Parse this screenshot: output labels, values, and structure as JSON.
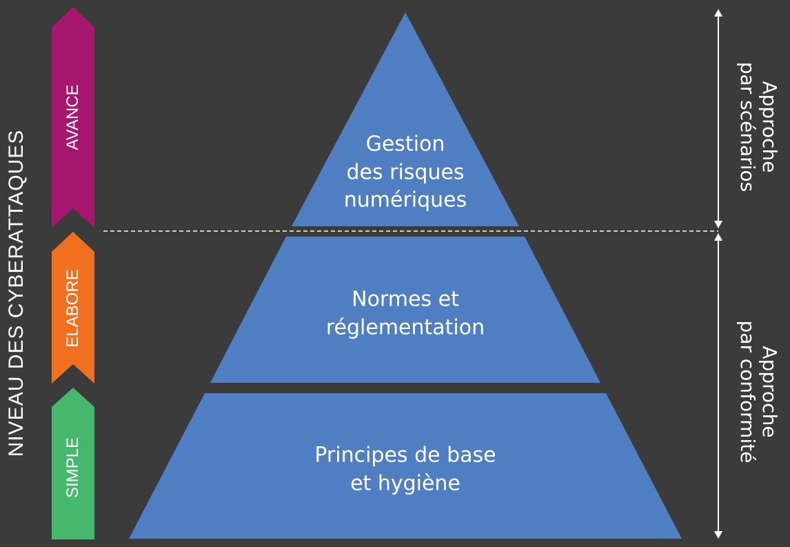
{
  "axis_title": "NIVEAU  DES  CYBERATTAQUES",
  "levels": [
    {
      "label": "AVANCE",
      "color": "#a8176f"
    },
    {
      "label": "ELABORE",
      "color": "#f07020"
    },
    {
      "label": "SIMPLE",
      "color": "#45b86e"
    }
  ],
  "pyramid": {
    "color": "#4f7fc2",
    "tiers": [
      {
        "lines": [
          "Gestion",
          "des risques",
          "numériques"
        ]
      },
      {
        "lines": [
          "Normes et",
          "réglementation"
        ]
      },
      {
        "lines": [
          "Principes de base",
          "et hygiène"
        ]
      }
    ]
  },
  "approaches": [
    {
      "lines": [
        "Approche",
        "par scénarios"
      ]
    },
    {
      "lines": [
        "Approche",
        "par conformité"
      ]
    }
  ],
  "colors": {
    "background": "#3b3b3b",
    "text": "#ffffff",
    "divider": "#ffffff"
  }
}
